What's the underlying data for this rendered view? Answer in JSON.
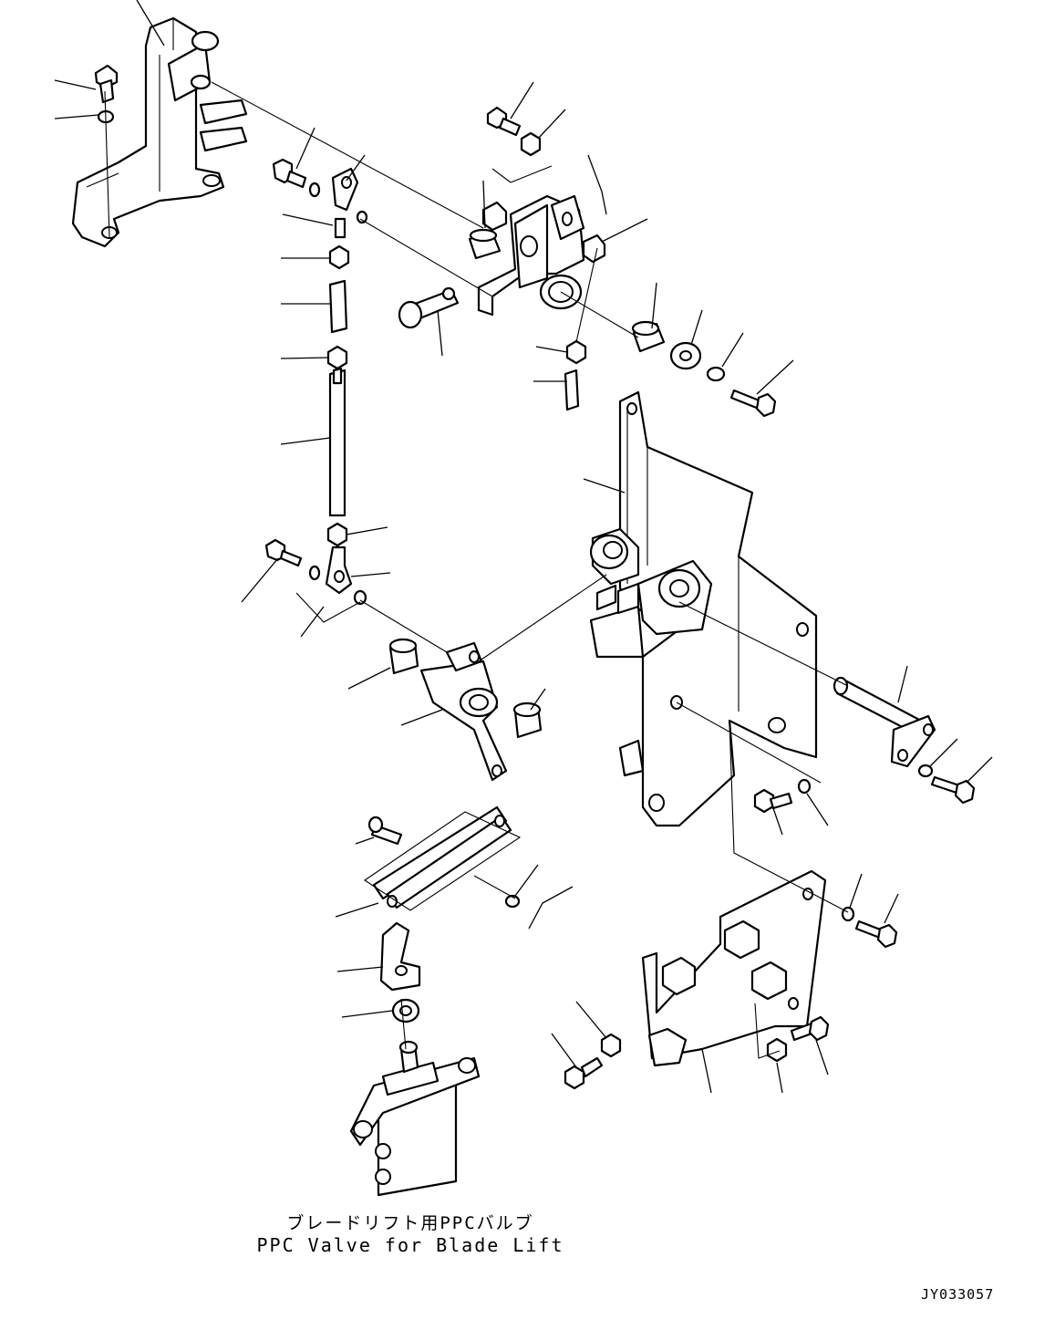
{
  "caption": {
    "japanese": "ブレードリフト用PPCバルブ",
    "english": "PPC Valve for Blade Lift"
  },
  "drawing_id": "JY033057"
}
